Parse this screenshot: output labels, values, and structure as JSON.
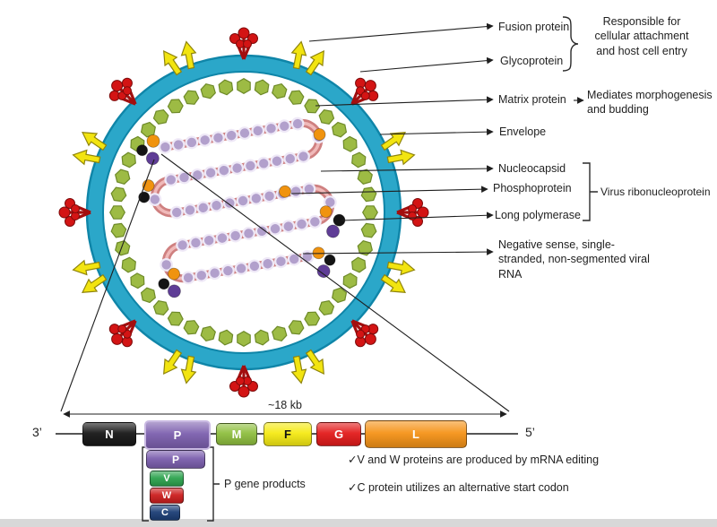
{
  "callouts": {
    "fusion_protein": "Fusion protein",
    "glycoprotein": "Glycoprotein",
    "attachment_note": "Responsible for cellular attachment and host cell entry",
    "matrix_protein": "Matrix protein",
    "matrix_note": "Mediates morphogenesis and budding",
    "envelope": "Envelope",
    "nucleocapsid": "Nucleocapsid",
    "phosphoprotein": "Phosphoprotein",
    "long_polymerase": "Long polymerase",
    "rnp_note": "Virus ribonucleoprotein",
    "rna_note": "Negative sense, single-stranded, non-segmented viral RNA"
  },
  "genome": {
    "size_label": "~18 kb",
    "end_3prime": "3’",
    "end_5prime": "5’",
    "genes": [
      {
        "label": "N",
        "color": "#171717",
        "text_color": "#ffffff"
      },
      {
        "label": "P",
        "color": "#7c5fae",
        "text_color": "#ffffff"
      },
      {
        "label": "M",
        "color": "#8fbf3f",
        "text_color": "#ffffff"
      },
      {
        "label": "F",
        "color": "#f5ea14",
        "text_color": "#111111"
      },
      {
        "label": "G",
        "color": "#e31b1b",
        "text_color": "#ffffff"
      },
      {
        "label": "L",
        "color": "#f59318",
        "text_color": "#ffffff"
      }
    ],
    "p_gene_products": {
      "title": "P gene products",
      "items": [
        {
          "label": "P",
          "color": "#7c5fae",
          "text_color": "#ffffff"
        },
        {
          "label": "V",
          "color": "#2ea44f",
          "text_color": "#ffffff"
        },
        {
          "label": "W",
          "color": "#cc1f1f",
          "text_color": "#ffffff"
        },
        {
          "label": "C",
          "color": "#1d3f77",
          "text_color": "#ffffff"
        }
      ]
    },
    "notes": [
      "✓V and W proteins are produced by mRNA editing",
      "✓C protein utilizes an alternative start codon"
    ]
  },
  "diagram_colors": {
    "envelope": "#2ba7c9",
    "matrix_protein": "#9dbb44",
    "fusion_spike": "#f2e410",
    "glycoprotein_spike": "#d31414",
    "nucleocapsid_bead": "#b2a0cc",
    "rna_strand": "#cf8080",
    "phosphoprotein_dot": "#f0930f",
    "polymerase_dot": "#141414"
  }
}
